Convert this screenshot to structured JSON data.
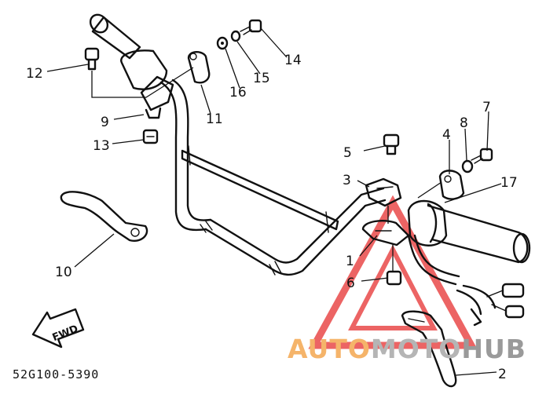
{
  "callouts": [
    {
      "num": "1"
    },
    {
      "num": "2"
    },
    {
      "num": "3"
    },
    {
      "num": "4"
    },
    {
      "num": "5"
    },
    {
      "num": "6"
    },
    {
      "num": "7"
    },
    {
      "num": "8"
    },
    {
      "num": "9"
    },
    {
      "num": "10"
    },
    {
      "num": "11"
    },
    {
      "num": "12"
    },
    {
      "num": "13"
    },
    {
      "num": "14"
    },
    {
      "num": "15"
    },
    {
      "num": "16"
    },
    {
      "num": "17"
    }
  ],
  "part_number": "52G100-5390",
  "direction_arrow": {
    "label": "FWD"
  },
  "watermark": {
    "segments": [
      "AUTO",
      "MOTO",
      "HUB"
    ],
    "colors": [
      "#f5b46a",
      "#b5b5b5",
      "#9a9a9a"
    ],
    "triangle_color": "#e83e3e"
  }
}
